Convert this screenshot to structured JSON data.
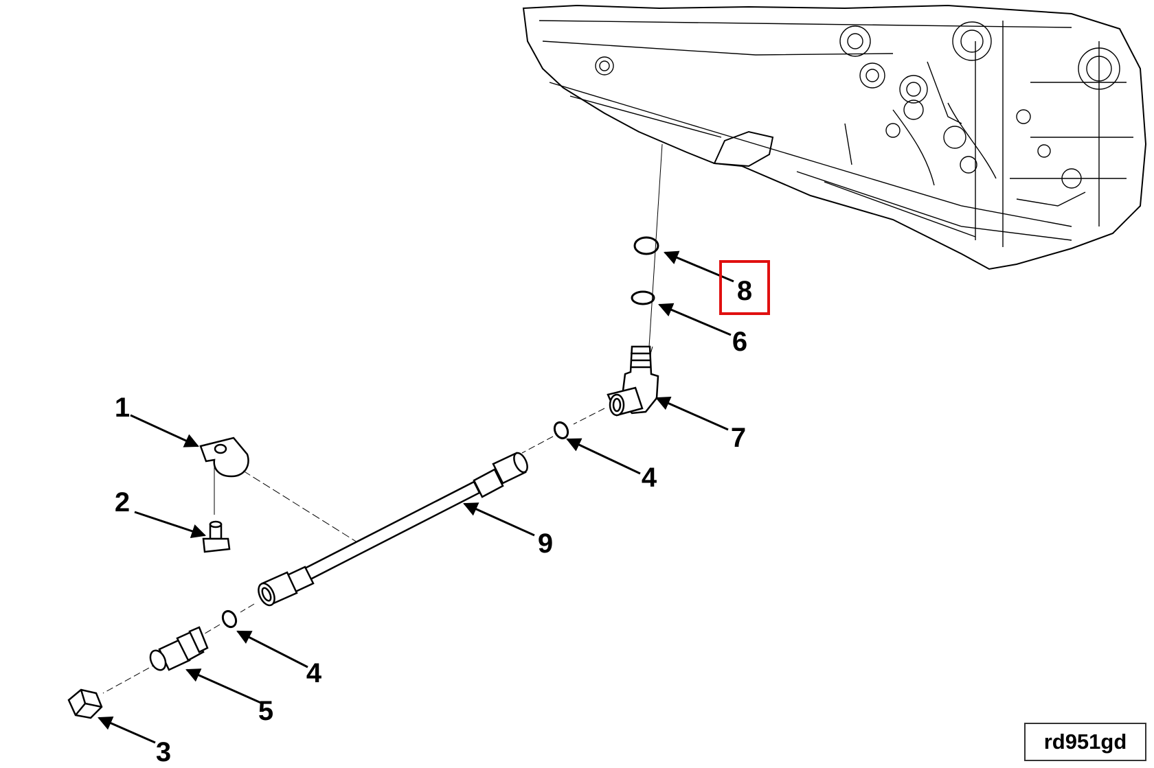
{
  "callouts": {
    "c1": "1",
    "c2": "2",
    "c3": "3",
    "c4a": "4",
    "c4b": "4",
    "c5": "5",
    "c6": "6",
    "c7": "7",
    "c8": "8",
    "c9": "9"
  },
  "highlighted_callout": "8",
  "drawing_id": "rd951gd",
  "colors": {
    "line": "#000000",
    "highlight": "#e01010"
  }
}
